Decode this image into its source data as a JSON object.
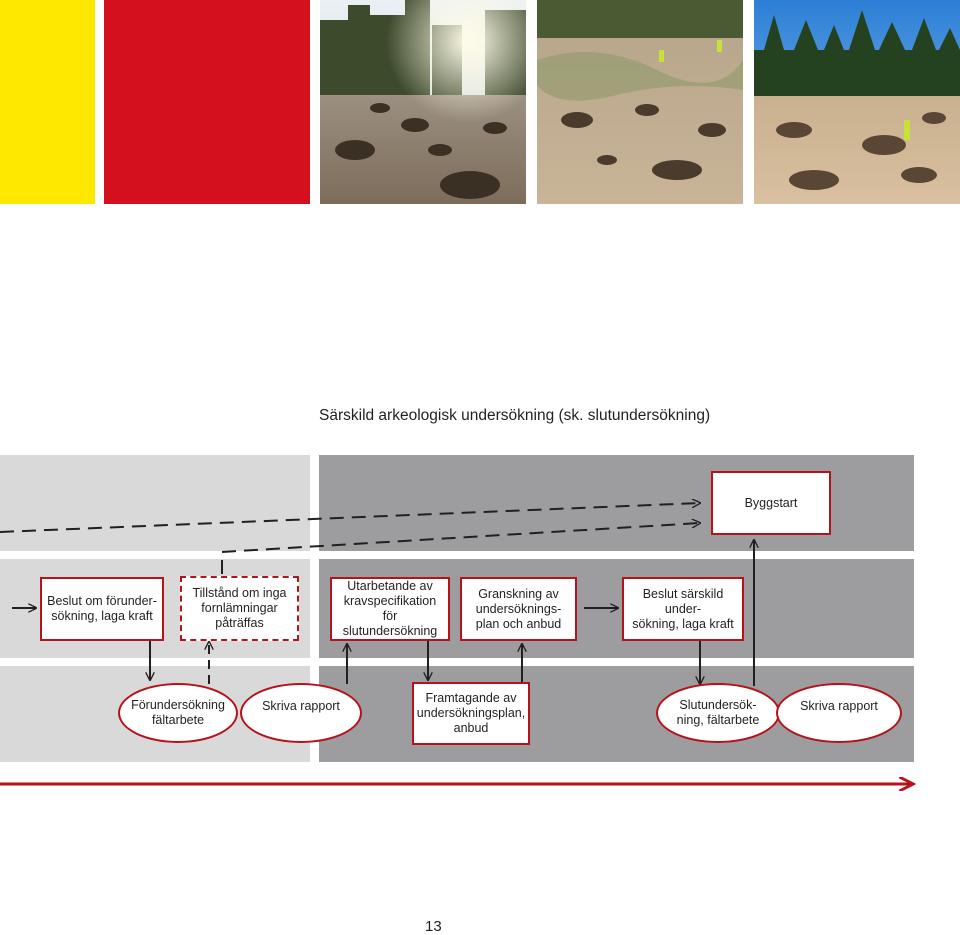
{
  "colors": {
    "yellow": "#ffe800",
    "red": "#d5101e",
    "box_border": "#b5121b",
    "band_light": "#d9d9da",
    "band_dark": "#9d9d9f",
    "timeline": "#b5121b"
  },
  "title": "Särskild arkeologisk undersökning (sk. slutundersökning)",
  "boxes": {
    "byggstart": "Byggstart",
    "beslut_forundersokning": "Beslut om förunder-\nsökning, laga kraft",
    "tillstand": "Tillstånd om inga\nfornlämningar\npåträffas",
    "utarbetande": "Utarbetande av\nkravspecifikation för\nslutundersökning",
    "granskning": "Granskning av\nundersöknings-\nplan och anbud",
    "beslut_sarskild": "Beslut särskild under-\nsökning, laga kraft"
  },
  "ovals": {
    "forundersokning": "Förundersökning\nfältarbete",
    "skriva_rapport_1": "Skriva rapport",
    "framtagande": "Framtagande av\nundersökningsplan,\nanbud",
    "slutundersokning": "Slutundersök-\nning, fältarbete",
    "skriva_rapport_2": "Skriva rapport"
  },
  "page_number": "13"
}
